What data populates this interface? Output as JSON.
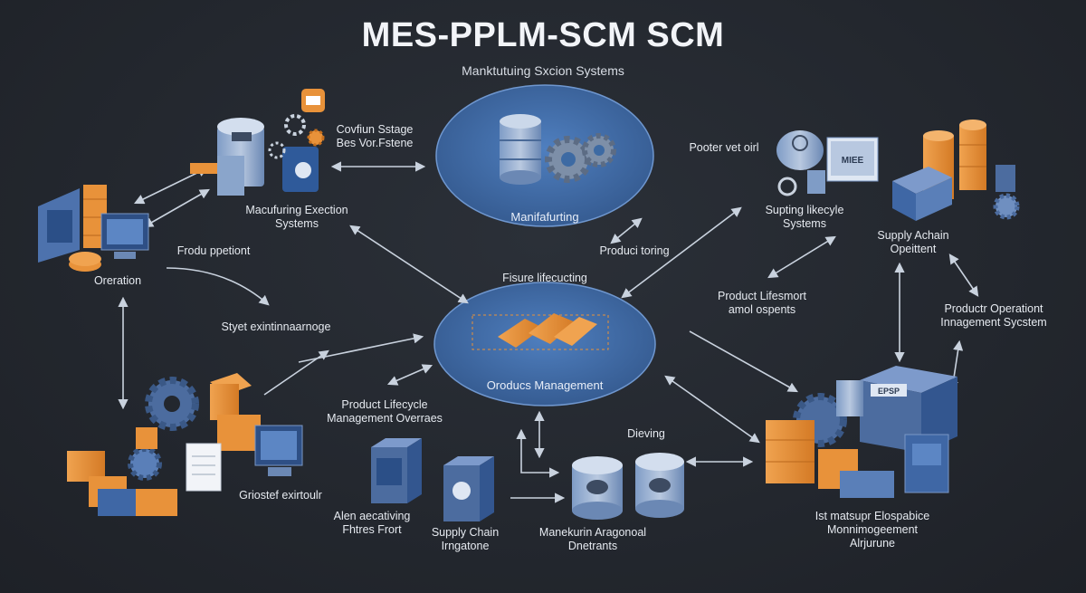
{
  "header": {
    "title": "MES-PPLM-SCM SCM",
    "subtitle": "Manktutuing Sxcion Systems"
  },
  "hubs": {
    "top": "Manifafurting",
    "center": "Oroducs Management"
  },
  "labels": {
    "mes_tag": [
      "Covfiun Sstage",
      "Bes Vor.Fstene"
    ],
    "mes_system": [
      "Macufuring Exection",
      "Systems"
    ],
    "operation": "Oreration",
    "frodu": "Frodu ppetiont",
    "styet": "Styet exintinnaarnoge",
    "grioster": "Griostef exirtoulr",
    "plm_overtaes": [
      "Product Lifecycle",
      "Management Overraes"
    ],
    "alen": [
      "Alen aecativing",
      "Fhtres Frort"
    ],
    "supply_chain_integ": [
      "Supply Chain",
      "Irngatone"
    ],
    "manekurin": [
      "Manekurin Aragonoal",
      "Dnetrants"
    ],
    "dieving": "Dieving",
    "fisure": "Fisure lifecucting",
    "product_toring": "Produci toring",
    "pooter": "Pooter vet oirl",
    "supting": [
      "Supting likecyle",
      "Systems"
    ],
    "supply_chain_op": [
      "Supply Achain",
      "Opeittent"
    ],
    "product_lifesmort": [
      "Product Lifesmort",
      "amol ospents"
    ],
    "product_operation": [
      "Productr Operationt",
      "Innagement Sycstem"
    ],
    "ist_matsupr": [
      "Ist matsupr Elospabice",
      "Monnimogeement",
      "Alrjurune"
    ]
  },
  "icon_text": {
    "monitor_tag": "MIEE",
    "box_tag": "EPSP"
  },
  "colors": {
    "background": "#23272e",
    "hub_blue": "#3d6aa3",
    "accent_orange": "#e8923a",
    "steel_blue": "#5a7fb8",
    "arrow": "#c9d2de"
  }
}
